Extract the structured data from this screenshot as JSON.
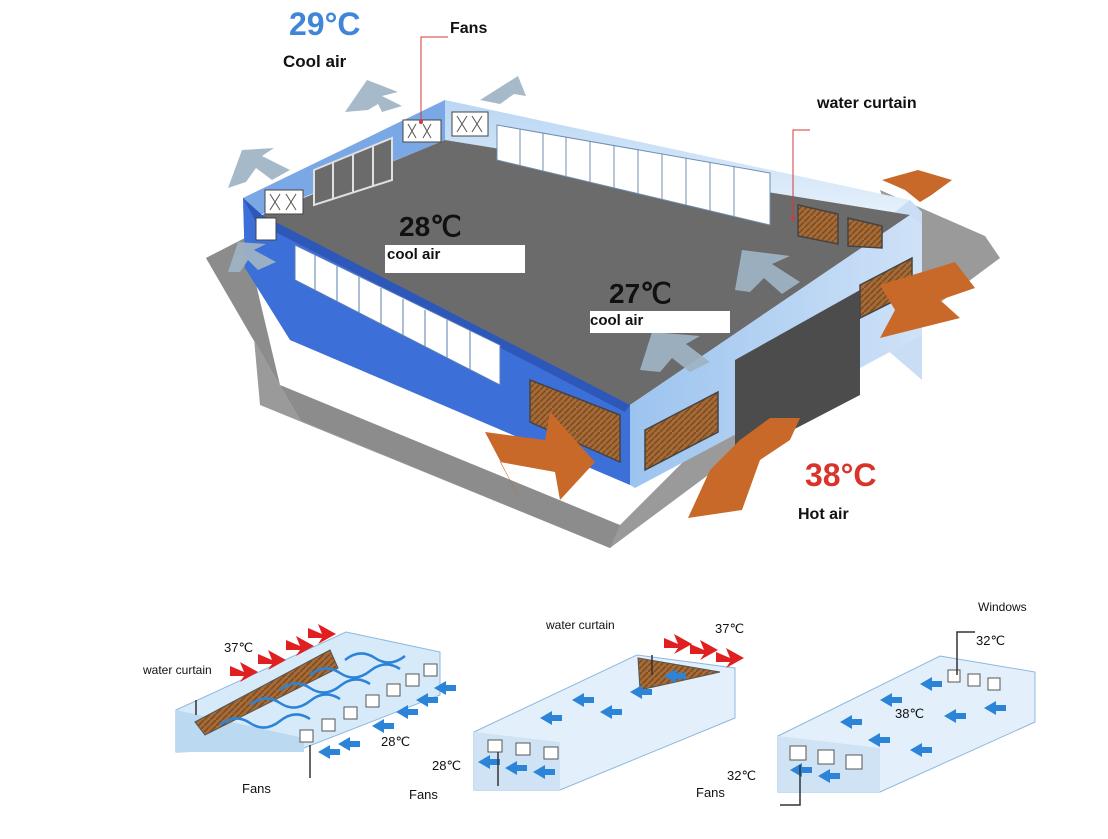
{
  "main_diagram": {
    "temp_top": "29°C",
    "cool_air_top": "Cool air",
    "fans": "Fans",
    "water_curtain": "water curtain",
    "temp_mid_left": "28℃",
    "cool_air_mid_left": "cool air",
    "temp_mid_right": "27℃",
    "cool_air_mid_right": "cool air",
    "temp_hot": "38°C",
    "hot_air": "Hot air"
  },
  "mini_diagrams": [
    {
      "water_curtain": "water curtain",
      "temp_outside": "37℃",
      "temp_inside": "28℃",
      "fans": "Fans"
    },
    {
      "water_curtain": "water curtain",
      "temp_outside": "37℃",
      "temp_inside": "28℃",
      "fans": "Fans"
    },
    {
      "windows": "Windows",
      "temp_window": "32℃",
      "temp_inside": "38℃",
      "temp_outside": "32℃",
      "fans": "Fans"
    }
  ],
  "colors": {
    "hot_arrow": "#c8692a",
    "cool_arrow": "#9fb4c4",
    "wall_blue": "#3d6fd9",
    "floor": "#6b6b6b",
    "ground": "#9a9a9a",
    "red_temp": "#d8342a",
    "blue_temp": "#3f86d8",
    "mini_blue_arrow": "#2b84d8",
    "mini_red_arrow": "#e02020"
  }
}
